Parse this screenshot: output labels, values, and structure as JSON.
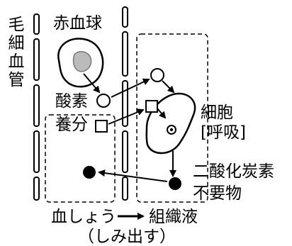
{
  "labels": {
    "capillary": "毛細血管",
    "red_blood_cell": "赤血球",
    "oxygen": "酸素",
    "nutrients": "養分",
    "cell": "細胞",
    "respiration": "[呼吸]",
    "carbon_dioxide": "二酸化炭素",
    "waste": "不要物",
    "plasma": "血しょう",
    "arrow": "→",
    "tissue_fluid": "組織液",
    "seep_out": "（しみ出す）"
  }
}
